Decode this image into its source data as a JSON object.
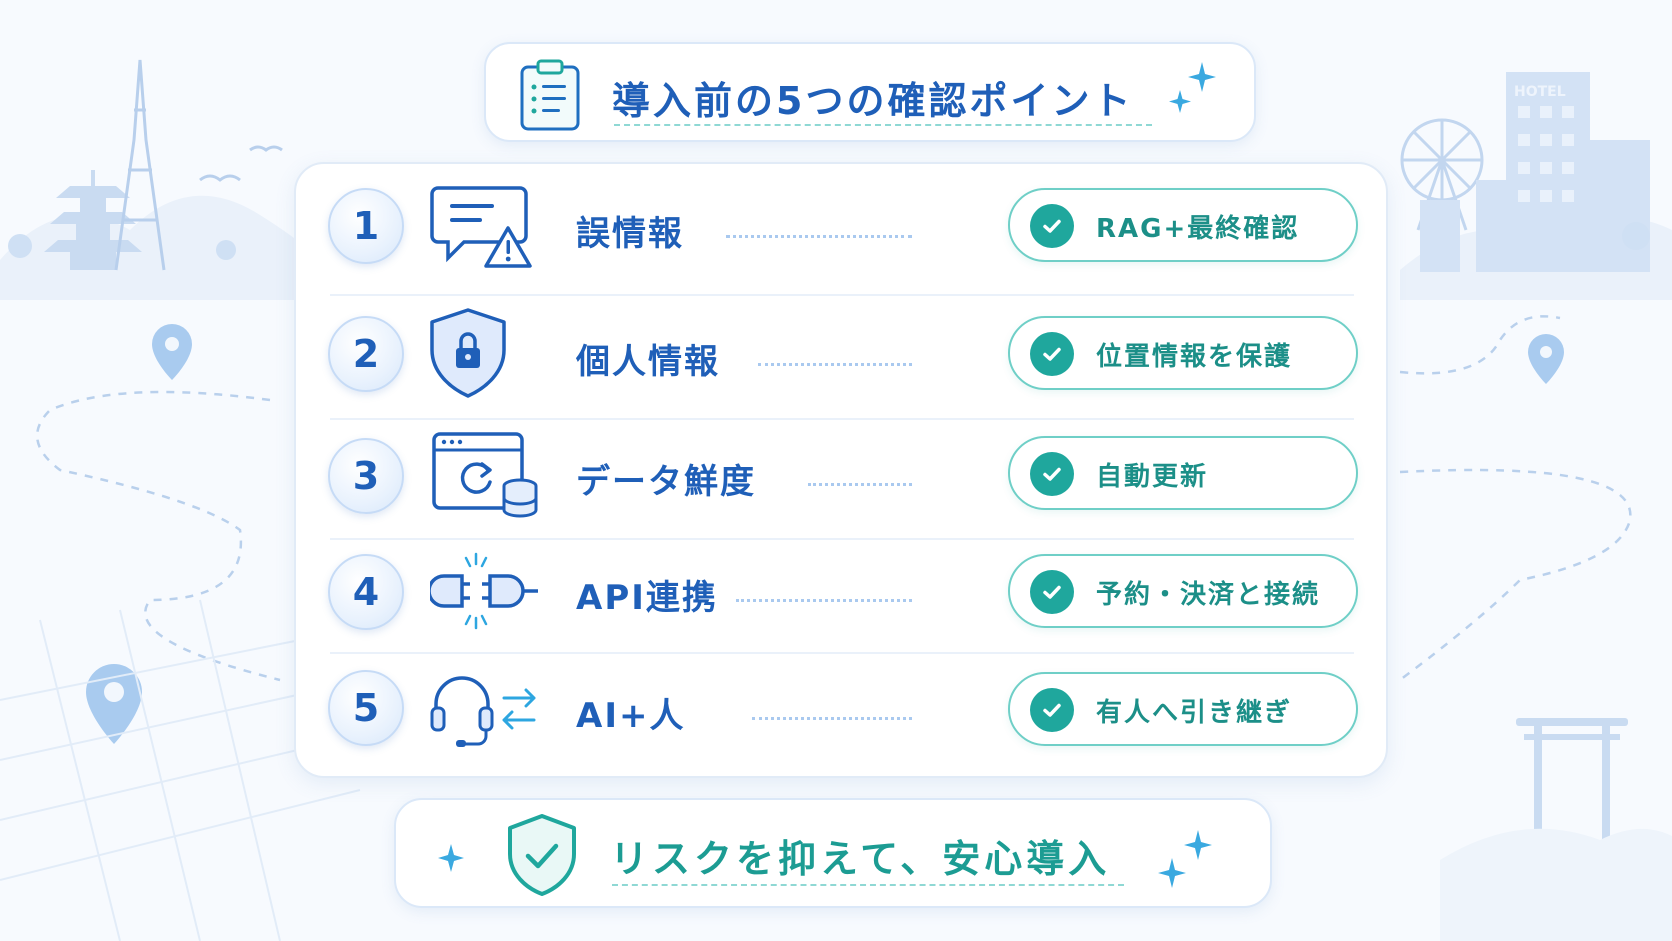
{
  "title": {
    "text": "導入前の5つの確認ポイント",
    "icon": "clipboard-checklist-icon"
  },
  "background": {
    "hotel_sign": "HOTEL",
    "scenery": [
      "tokyo-tower",
      "pagoda",
      "birds",
      "ferris-wheel",
      "city-buildings",
      "torii-gate",
      "map-pins",
      "dashed-route"
    ]
  },
  "checks": [
    {
      "number": "1",
      "icon": "speech-bubble-warning-icon",
      "label": "誤情報",
      "result": "RAG+最終確認"
    },
    {
      "number": "2",
      "icon": "shield-lock-icon",
      "label": "個人情報",
      "result": "位置情報を保護"
    },
    {
      "number": "3",
      "icon": "browser-refresh-database-icon",
      "label": "データ鮮度",
      "result": "自動更新"
    },
    {
      "number": "4",
      "icon": "plug-connector-icon",
      "label": "API連携",
      "result": "予約・決済と接続"
    },
    {
      "number": "5",
      "icon": "headset-swap-icon",
      "label": "AI+人",
      "result": "有人へ引き継ぎ"
    }
  ],
  "footer": {
    "text": "リスクを抑えて、安心導入",
    "icon": "shield-check-icon"
  },
  "colors": {
    "primary_blue": "#1f5fb8",
    "teal": "#1fa79d",
    "teal_text": "#1c8f88",
    "background": "#f7fafe"
  }
}
